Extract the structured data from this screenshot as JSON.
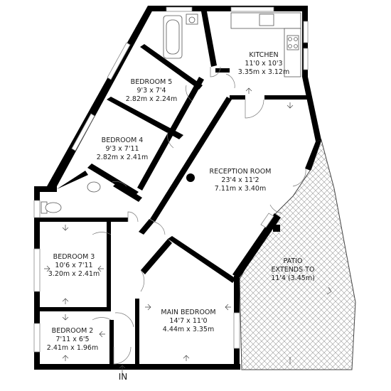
{
  "rooms": {
    "kitchen": {
      "name": "KITCHEN",
      "imperial": "11'0 x 10'3",
      "metric": "3.35m x 3.12m"
    },
    "bedroom5": {
      "name": "BEDROOM 5",
      "imperial": "9'3 x 7'4",
      "metric": "2.82m x 2.24m"
    },
    "bedroom4": {
      "name": "BEDROOM 4",
      "imperial": "9'3 x 7'11",
      "metric": "2.82m x 2.41m"
    },
    "reception": {
      "name": "RECEPTION ROOM",
      "imperial": "23'4 x 11'2",
      "metric": "7.11m x 3.40m"
    },
    "bedroom3": {
      "name": "BEDROOM 3",
      "imperial": "10'6 x 7'11",
      "metric": "3.20m x 2.41m"
    },
    "main_bedroom": {
      "name": "MAIN BEDROOM",
      "imperial": "14'7 x 11'0",
      "metric": "4.44m x 3.35m"
    },
    "bedroom2": {
      "name": "BEDROOM 2",
      "imperial": "7'11 x 6'5",
      "metric": "2.41m x 1.96m"
    },
    "patio": {
      "line1": "PATIO",
      "line2": "EXTENDS TO",
      "line3": "11'4 (3.45m)"
    }
  },
  "entrance": {
    "label": "IN"
  },
  "icons": [
    "door-swing-icon",
    "window-icon",
    "bath-icon",
    "sink-icon",
    "toilet-icon",
    "hob-icon",
    "boiler-icon",
    "entrance-arrow-icon"
  ]
}
